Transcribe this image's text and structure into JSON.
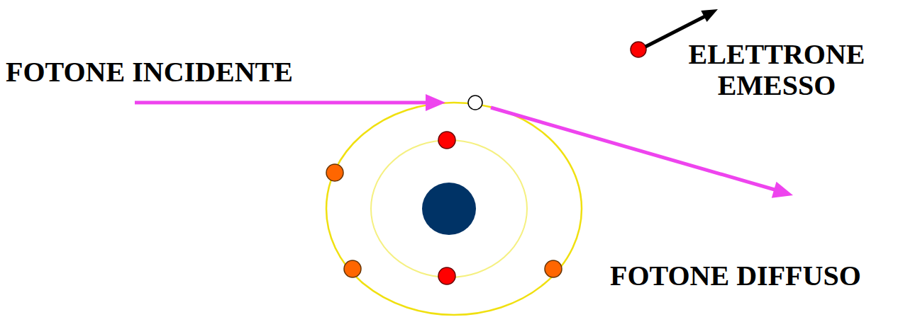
{
  "diagram": {
    "labels": [
      "FOTONE INCIDENTE",
      "ELETTRONE EMESSO",
      "FOTONE DIFFUSO"
    ]
  }
}
